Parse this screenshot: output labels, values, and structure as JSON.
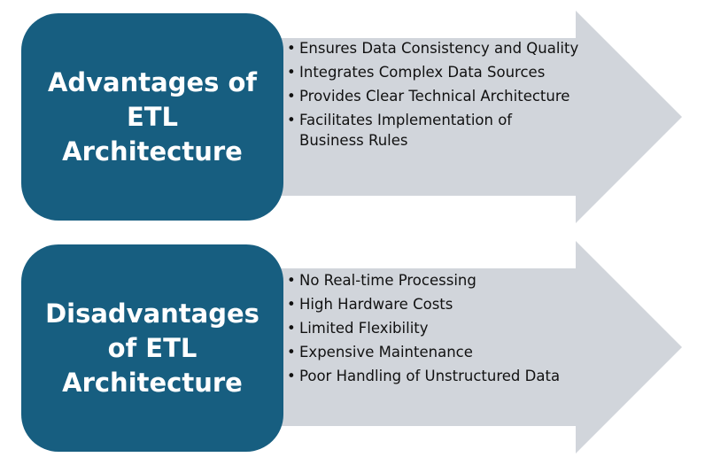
{
  "colors": {
    "box": "#175e80",
    "arrow": "#d1d5db"
  },
  "sections": [
    {
      "title": "Advantages of ETL Architecture",
      "items": [
        "Ensures Data Consistency and Quality",
        "Integrates Complex Data Sources",
        "Provides Clear Technical Architecture",
        "Facilitates Implementation of Business Rules"
      ]
    },
    {
      "title": "Disadvantages of ETL Architecture",
      "items": [
        "No Real-time Processing",
        "High Hardware Costs",
        "Limited Flexibility",
        "Expensive Maintenance",
        "Poor Handling of Unstructured Data"
      ]
    }
  ]
}
